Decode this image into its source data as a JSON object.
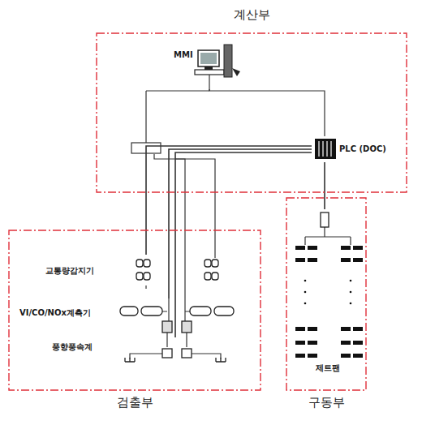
{
  "diagram": {
    "nodes": [
      {
        "text": [
          "계산부"
        ]
      },
      {
        "text": [
          "MMI"
        ],
        "in": 0
      },
      {
        "text": [
          "PLC (DOC)"
        ],
        "in": 0
      },
      {
        "text": [
          "검출부"
        ]
      },
      {
        "text": [
          "교통량감지기"
        ],
        "in": 3
      },
      {
        "text": [
          "VI/CO/NOx계측기"
        ],
        "in": 3
      },
      {
        "text": [
          "풍향풍속계"
        ],
        "in": 3
      },
      {
        "text": [
          "구동부"
        ]
      },
      {
        "text": [
          "제트팬"
        ],
        "in": 7
      }
    ],
    "edges": [
      {
        "from": 1,
        "to": 2,
        "arrow": "none"
      },
      {
        "from": 2,
        "to": 4,
        "arrow": "none"
      },
      {
        "from": 2,
        "to": 5,
        "arrow": "none"
      },
      {
        "from": 2,
        "to": 6,
        "arrow": "none"
      },
      {
        "from": 2,
        "to": 8,
        "arrow": "none"
      }
    ]
  }
}
